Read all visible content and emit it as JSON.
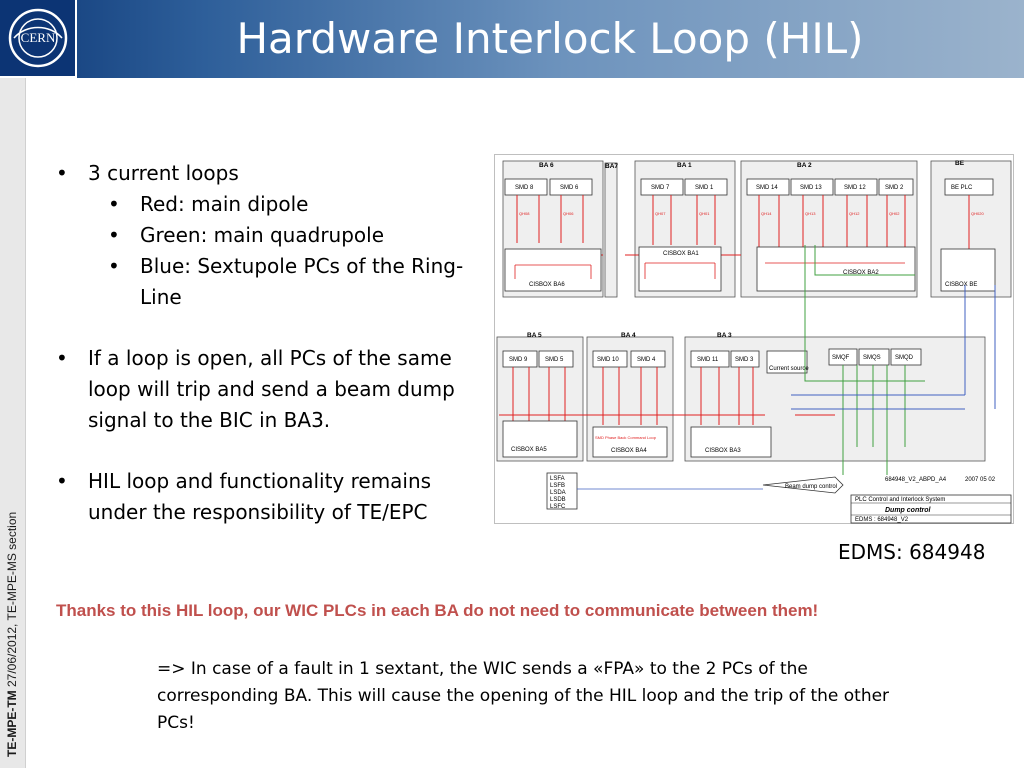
{
  "header": {
    "title": "Hardware Interlock Loop (HIL)",
    "logo_text": "CERN"
  },
  "sidebar": {
    "bold_text": "TE-MPE-TM",
    "text": " 27/06/2012, TE-MPE-MS section"
  },
  "bullets": {
    "b1": "3 current loops",
    "b1_sub": [
      "Red: main dipole",
      "Green: main quadrupole",
      "Blue: Sextupole PCs of the Ring-Line"
    ],
    "b2": "If a loop is open, all PCs of the same loop will trip and send a beam dump signal to the BIC in BA3.",
    "b3": "HIL loop and functionality remains under the responsibility of TE/EPC"
  },
  "diagram": {
    "top_areas": [
      "BA 6",
      "BA7",
      "BA 1",
      "BA 2",
      "BE"
    ],
    "top_boxes": [
      "SMD 8",
      "SMD 6",
      "SMD 7",
      "SMD 1",
      "SMD 14",
      "SMD 13",
      "SMD 12",
      "SMD 2",
      "BE PLC"
    ],
    "top_cisbox": [
      "CISBOX BA6",
      "CISBOX BA1",
      "CISBOX BA2",
      "CISBOX BE"
    ],
    "bottom_areas": [
      "BA 5",
      "BA 4",
      "BA 3"
    ],
    "bottom_boxes": [
      "SMD 9",
      "SMD 5",
      "SMD 10",
      "SMD 4",
      "SMD 11",
      "SMD 3",
      "Current source",
      "SMQF",
      "SMQS",
      "SMQD"
    ],
    "bottom_cisbox": [
      "CISBOX BA5",
      "CISBOX BA4",
      "CISBOX BA3"
    ],
    "loop_label": "SMD Phase Back Command Loop",
    "beam_dump": "Beam dump control",
    "lsf_list": [
      "LSFA",
      "LSFB",
      "LSDA",
      "LSDB",
      "LSFC"
    ],
    "drawing_no": "684948_V2_ABPD_A4",
    "drawing_date": "2007 05 02",
    "title_block": "PLC Control and Interlock System",
    "title_block_name": "Dump control",
    "edms_field": "EDMS : 684948_V2"
  },
  "edms": "EDMS: 684948",
  "highlight": "Thanks to this HIL loop, our WIC PLCs in each BA do not need to communicate between them!",
  "note": "=> In case of a fault in 1 sextant, the WIC sends a «FPA» to the 2 PCs of the corresponding BA. This will cause the opening of the HIL loop and the trip of the other PCs!",
  "colors": {
    "title_bar": "#0f3a78",
    "highlight": "#c0504d",
    "dipole_loop": "#e02020",
    "quad_loop": "#40a040",
    "sext_loop": "#4060c0"
  }
}
